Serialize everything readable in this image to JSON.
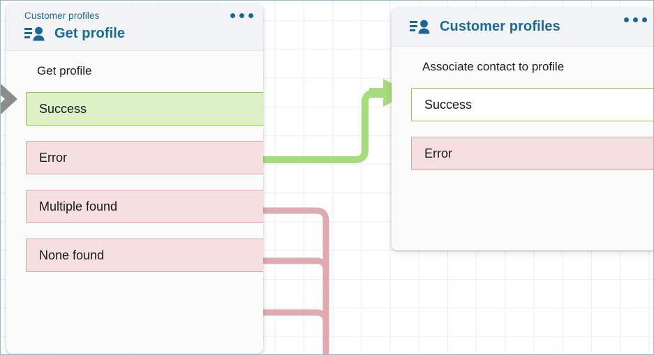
{
  "canvas": {
    "background_color": "#ffffff",
    "grid_color": "#eceef0",
    "grid_size": 41,
    "border_color": "#9fb6c4"
  },
  "colors": {
    "header_text": "#1a6a96",
    "eyebrow_text": "#1c6c92",
    "kebab_dot": "#1b6791",
    "success_fill": "#ddf0c6",
    "success_border": "#8cc63f",
    "error_fill": "#f6dfe1",
    "error_border": "#d8a5a8",
    "connector_green": "#a8da7e",
    "connector_pink": "#dfabb0",
    "entry_chevron": "#8c8c8c"
  },
  "cards": [
    {
      "id": "get-profile",
      "eyebrow": "Customer profiles",
      "title": "Get profile",
      "icon": "customer-profile-icon",
      "menu_icon": "kebab-menu-icon",
      "action": "Get profile",
      "has_entry_arrow": true,
      "branches": [
        {
          "label": "Success",
          "state": "success",
          "filled": true,
          "connected": true
        },
        {
          "label": "Error",
          "state": "error",
          "filled": true,
          "connected": true
        },
        {
          "label": "Multiple found",
          "state": "error",
          "filled": true,
          "connected": true
        },
        {
          "label": "None found",
          "state": "error",
          "filled": true,
          "connected": true
        }
      ]
    },
    {
      "id": "customer-profiles",
      "eyebrow": "",
      "title": "Customer profiles",
      "icon": "customer-profile-icon",
      "menu_icon": "kebab-menu-icon",
      "action": "Associate contact to profile",
      "has_entry_arrow": false,
      "branches": [
        {
          "label": "Success",
          "state": "success",
          "filled": false,
          "connected": false
        },
        {
          "label": "Error",
          "state": "error",
          "filled": true,
          "connected": false
        }
      ]
    }
  ],
  "connectors": [
    {
      "name": "success-to-associate-contact",
      "color": "#a8da7e",
      "from": "get-profile.Success",
      "to": "customer-profiles",
      "arrowhead": true
    },
    {
      "name": "error-trunk",
      "color": "#dfabb0",
      "from": "get-profile.Error",
      "to": "off-canvas-below",
      "arrowhead": false
    },
    {
      "name": "multiple-found-trunk",
      "color": "#dfabb0",
      "from": "get-profile.Multiple found",
      "to": "off-canvas-below",
      "arrowhead": false
    },
    {
      "name": "none-found-trunk",
      "color": "#dfabb0",
      "from": "get-profile.None found",
      "to": "off-canvas-below",
      "arrowhead": false
    }
  ]
}
